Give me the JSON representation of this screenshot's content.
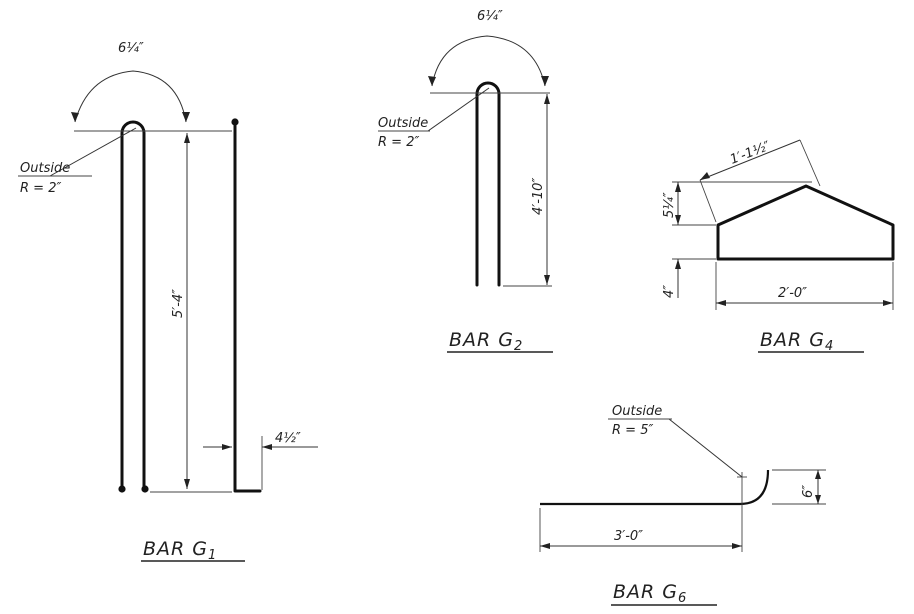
{
  "bars": {
    "g1": {
      "title_main": "BAR G",
      "title_sub": "1",
      "angle_label": "6¼″",
      "radius_label_1": "Outside",
      "radius_label_2": "R = 2″",
      "length_label": "5′-4″",
      "offset_label": "4½″"
    },
    "g2": {
      "title_main": "BAR G",
      "title_sub": "2",
      "angle_label": "6¼″",
      "radius_label_1": "Outside",
      "radius_label_2": "R = 2″",
      "length_label": "4′-10″"
    },
    "g4": {
      "title_main": "BAR G",
      "title_sub": "4",
      "slope_label": "1′-1½″",
      "rise_label": "5¼″",
      "leg_label": "4″",
      "width_label": "2′-0″"
    },
    "g6": {
      "title_main": "BAR G",
      "title_sub": "6",
      "radius_label_1": "Outside",
      "radius_label_2": "R = 5″",
      "hook_label": "6″",
      "length_label": "3′-0″"
    }
  },
  "colors": {
    "line": "#111111",
    "background": "#ffffff"
  }
}
